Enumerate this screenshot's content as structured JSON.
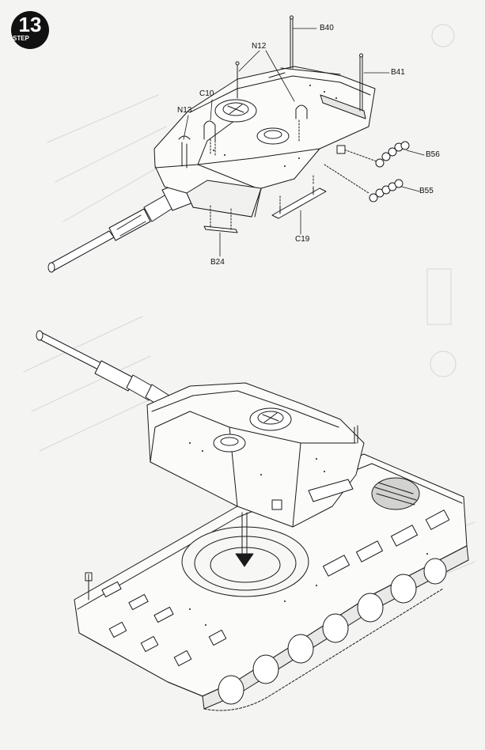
{
  "step": {
    "number": "13",
    "label": "STEP"
  },
  "callouts": [
    {
      "id": "B40",
      "text": "B40"
    },
    {
      "id": "B41",
      "text": "B41"
    },
    {
      "id": "N12",
      "text": "N12"
    },
    {
      "id": "C10",
      "text": "C10"
    },
    {
      "id": "N13",
      "text": "N13"
    },
    {
      "id": "B56",
      "text": "B56"
    },
    {
      "id": "B55",
      "text": "B55"
    },
    {
      "id": "C19",
      "text": "C19"
    },
    {
      "id": "B24",
      "text": "B24"
    }
  ],
  "colors": {
    "paper": "#f4f4f2",
    "ink": "#1a1a1a",
    "shade": "#c8c8c6"
  }
}
